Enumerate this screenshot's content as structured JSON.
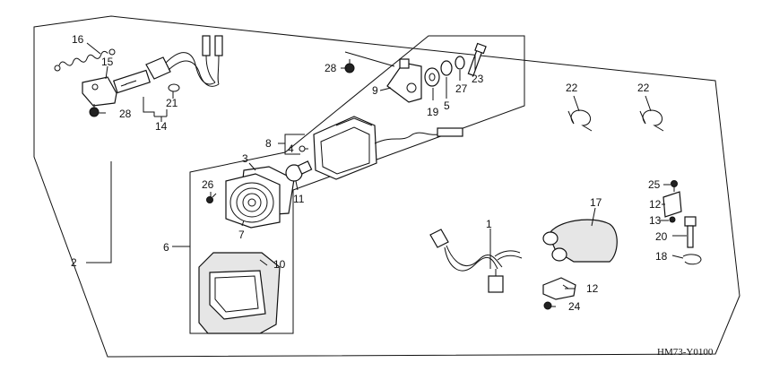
{
  "diagram": {
    "code": "HM73-Y0100",
    "callouts": {
      "c1": "1",
      "c2": "2",
      "c3": "3",
      "c4": "4",
      "c5": "5",
      "c6": "6",
      "c7": "7",
      "c8": "8",
      "c9": "9",
      "c10": "10",
      "c11": "11",
      "c12a": "12",
      "c12b": "12",
      "c13": "13",
      "c14": "14",
      "c15": "15",
      "c16": "16",
      "c17": "17",
      "c18": "18",
      "c19": "19",
      "c20": "20",
      "c21": "21",
      "c22a": "22",
      "c22b": "22",
      "c23": "23",
      "c24": "24",
      "c25": "25",
      "c26": "26",
      "c27": "27",
      "c28a": "28",
      "c28b": "28"
    }
  }
}
